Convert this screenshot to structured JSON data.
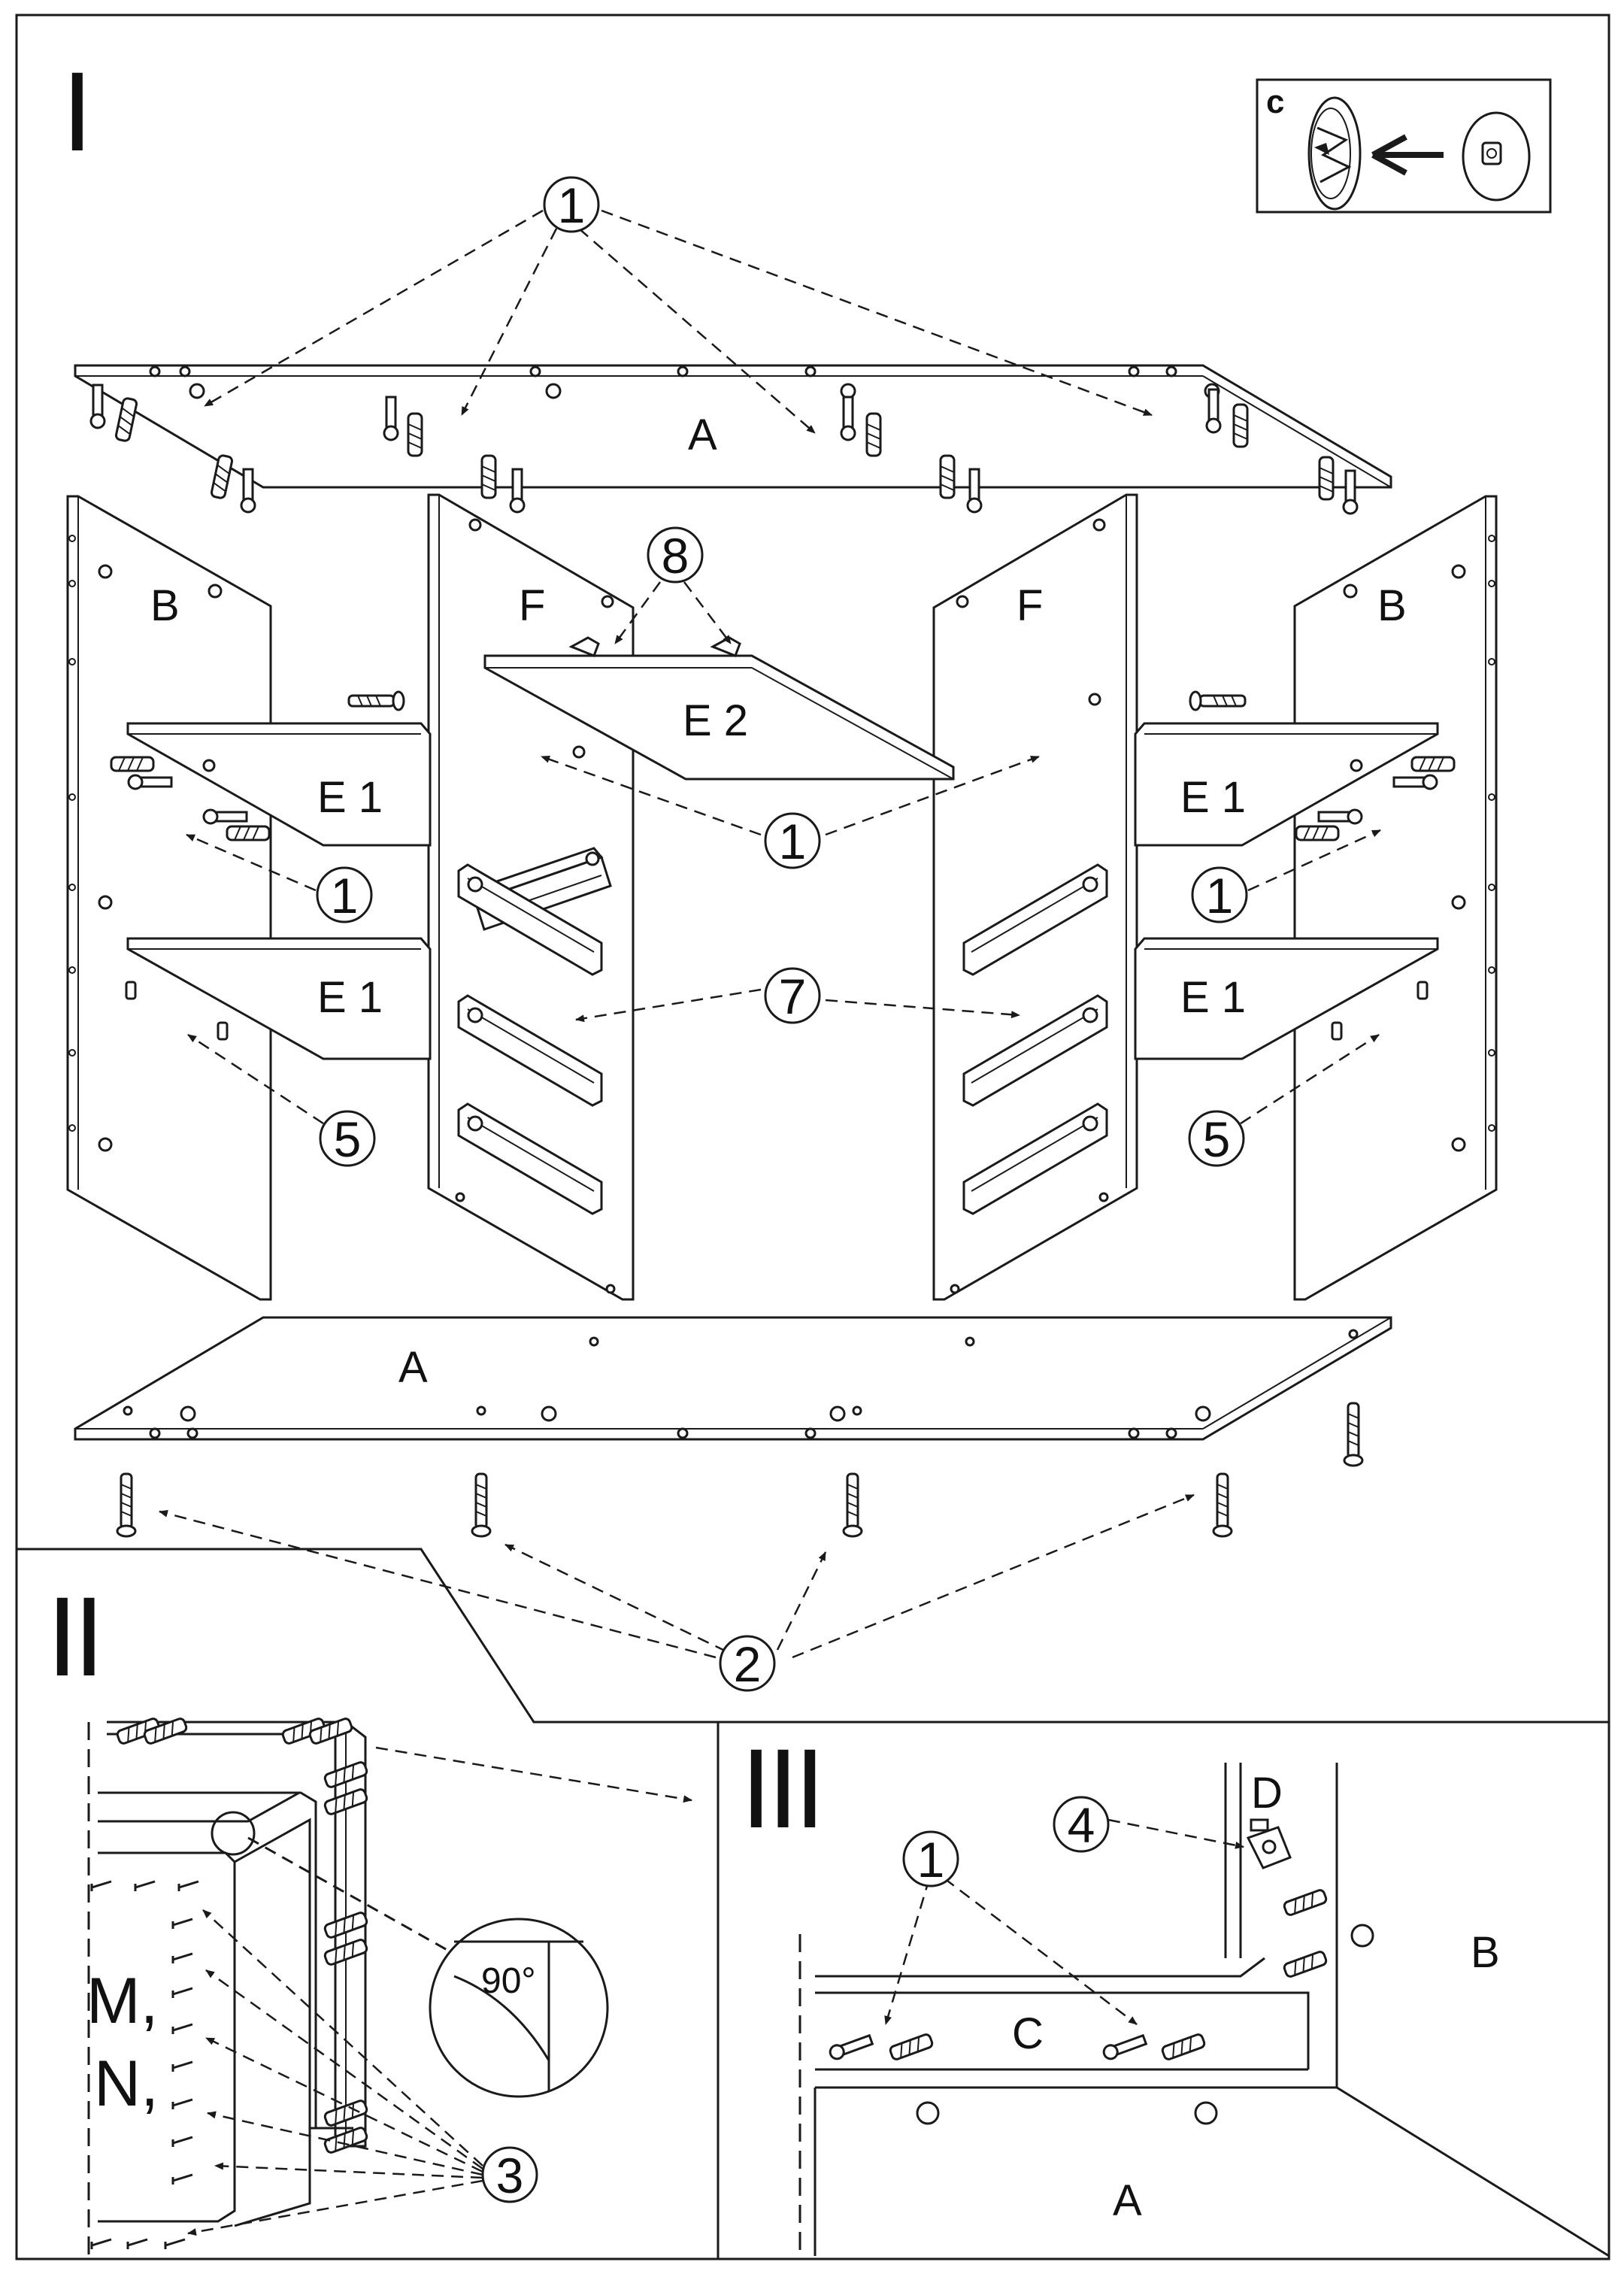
{
  "steps": {
    "one": "I",
    "two": "II",
    "three": "III"
  },
  "detail_c": {
    "label": "c"
  },
  "parts": {
    "A_top": "A",
    "A_bottom": "A",
    "A_step3": "A",
    "B_left": "B",
    "B_right": "B",
    "B_step3": "B",
    "F_left": "F",
    "F_right": "F",
    "E2": "E 2",
    "E1_lt": "E 1",
    "E1_lb": "E 1",
    "E1_rt": "E 1",
    "E1_rb": "E 1",
    "C": "C",
    "D": "D"
  },
  "callouts": {
    "c1_top": "1",
    "c8": "8",
    "c1_mid": "1",
    "c1_left": "1",
    "c1_right": "1",
    "c7": "7",
    "c5_left": "5",
    "c5_right": "5",
    "c2": "2",
    "c3": "3",
    "c4": "4",
    "c1_step3": "1"
  },
  "step2": {
    "angle": "90°",
    "fastener_m": "M,",
    "fastener_n": "N,"
  },
  "colors": {
    "line": "#1a1a1a",
    "background": "#ffffff"
  }
}
